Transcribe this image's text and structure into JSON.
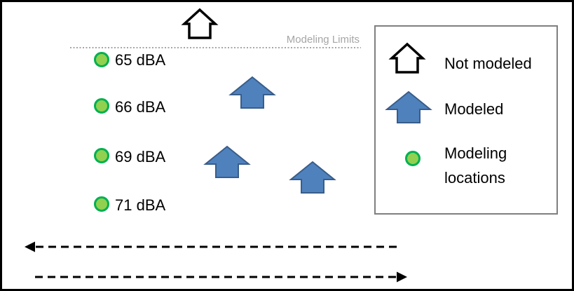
{
  "diagram": {
    "modeling_limits_label": "Modeling Limits",
    "locations": [
      {
        "label": "65 dBA"
      },
      {
        "label": "66 dBA"
      },
      {
        "label": "69 dBA"
      },
      {
        "label": "71 dBA"
      }
    ],
    "legend": {
      "not_modeled": "Not modeled",
      "modeled": "Modeled",
      "modeling_locations_line1": "Modeling",
      "modeling_locations_line2": "locations"
    }
  },
  "colors": {
    "frame": "#000000",
    "legend_border": "#7f7f7f",
    "limit_line": "#a6a6a6",
    "limit_text": "#a6a6a6",
    "house_fill": "#4f81bd",
    "house_stroke": "#385d8a",
    "dot_fill": "#92d050",
    "dot_stroke": "#00b050",
    "arrow": "#000000"
  },
  "icons": {
    "not_modeled": "house-outline-icon",
    "modeled": "house-filled-icon",
    "location": "green-dot-icon",
    "traffic": "dashed-arrow-icon"
  }
}
